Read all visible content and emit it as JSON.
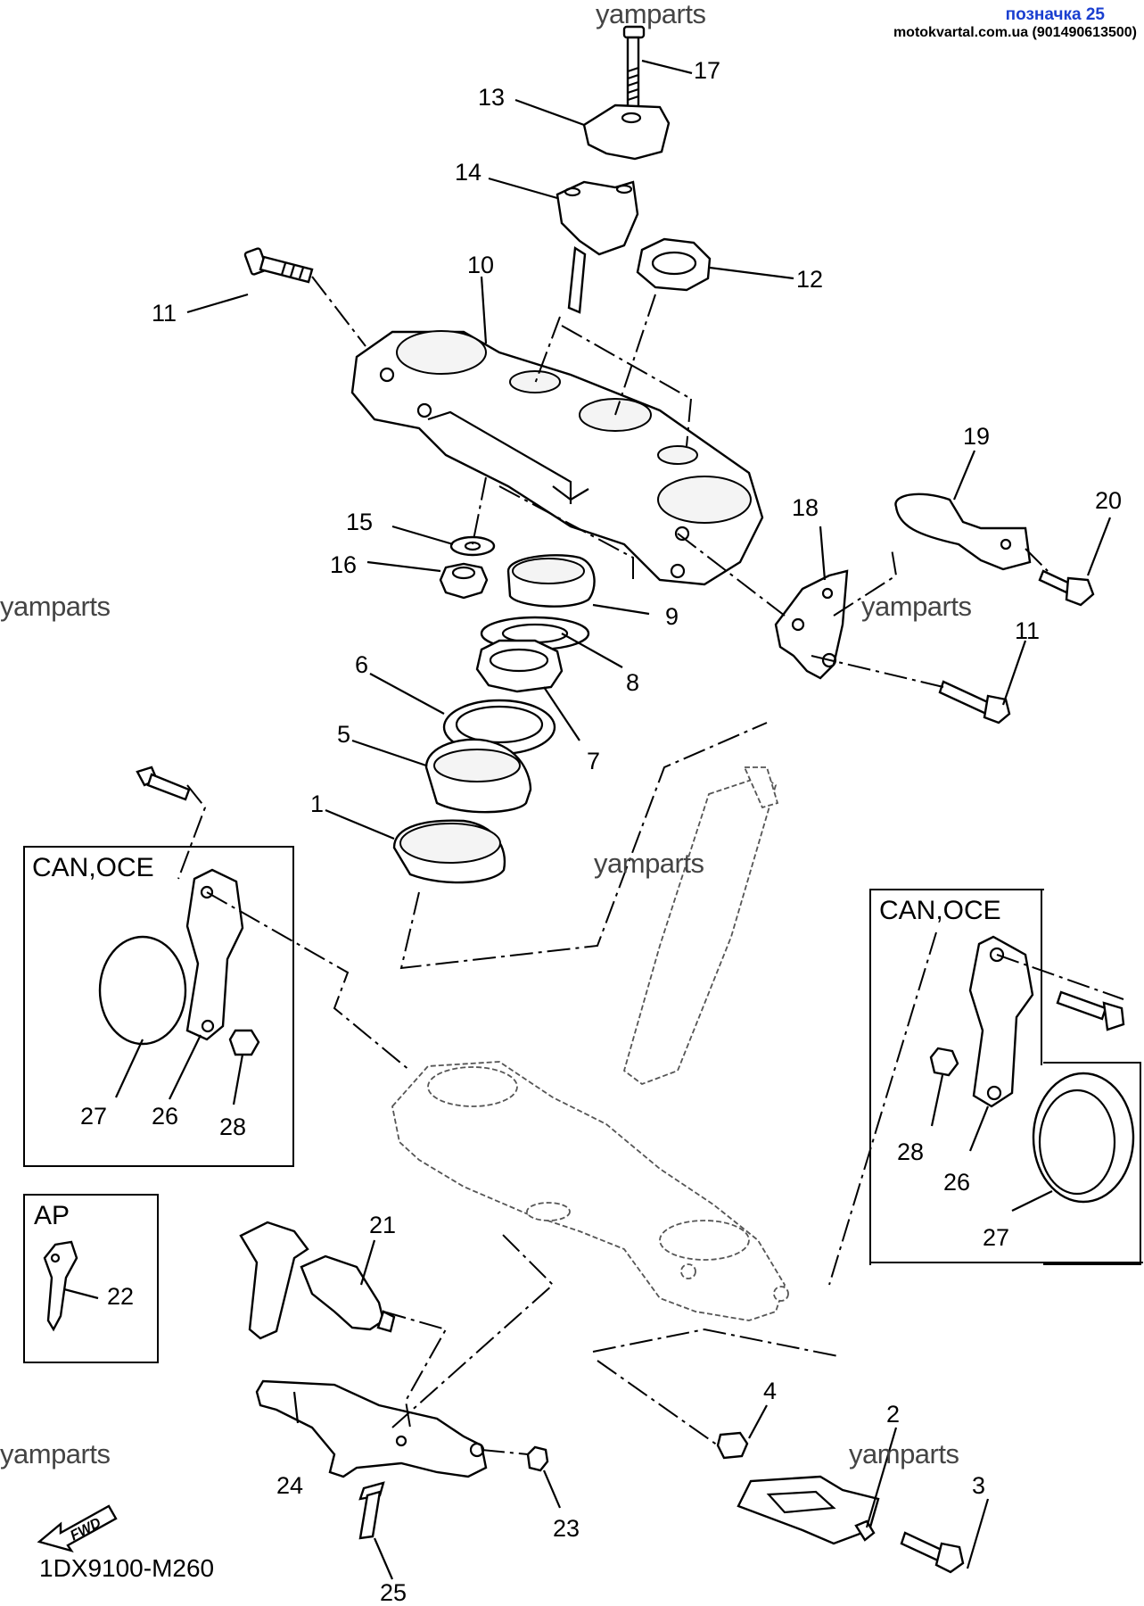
{
  "header": {
    "label": "позначка 25",
    "site": "motokvartal.com.ua (901490613500)",
    "label_color": "#1a3fd0"
  },
  "watermarks": [
    "yamparts",
    "yamparts",
    "yamparts",
    "yamparts",
    "yamparts",
    "yamparts"
  ],
  "boxes": {
    "can_oce_left": "CAN,OCE",
    "can_oce_right": "CAN,OCE",
    "ap": "AP"
  },
  "callouts": {
    "n1": "1",
    "n2": "2",
    "n3": "3",
    "n4": "4",
    "n5": "5",
    "n6": "6",
    "n7": "7",
    "n8": "8",
    "n9": "9",
    "n10": "10",
    "n11a": "11",
    "n11b": "11",
    "n12": "12",
    "n13": "13",
    "n14": "14",
    "n15": "15",
    "n16": "16",
    "n17": "17",
    "n18": "18",
    "n19": "19",
    "n20": "20",
    "n21": "21",
    "n22": "22",
    "n23": "23",
    "n24": "24",
    "n25": "25",
    "n26a": "26",
    "n26b": "26",
    "n27a": "27",
    "n27b": "27",
    "n28a": "28",
    "n28b": "28"
  },
  "fwd_label": "FWD",
  "diagram_code": "1DX9100-M260"
}
